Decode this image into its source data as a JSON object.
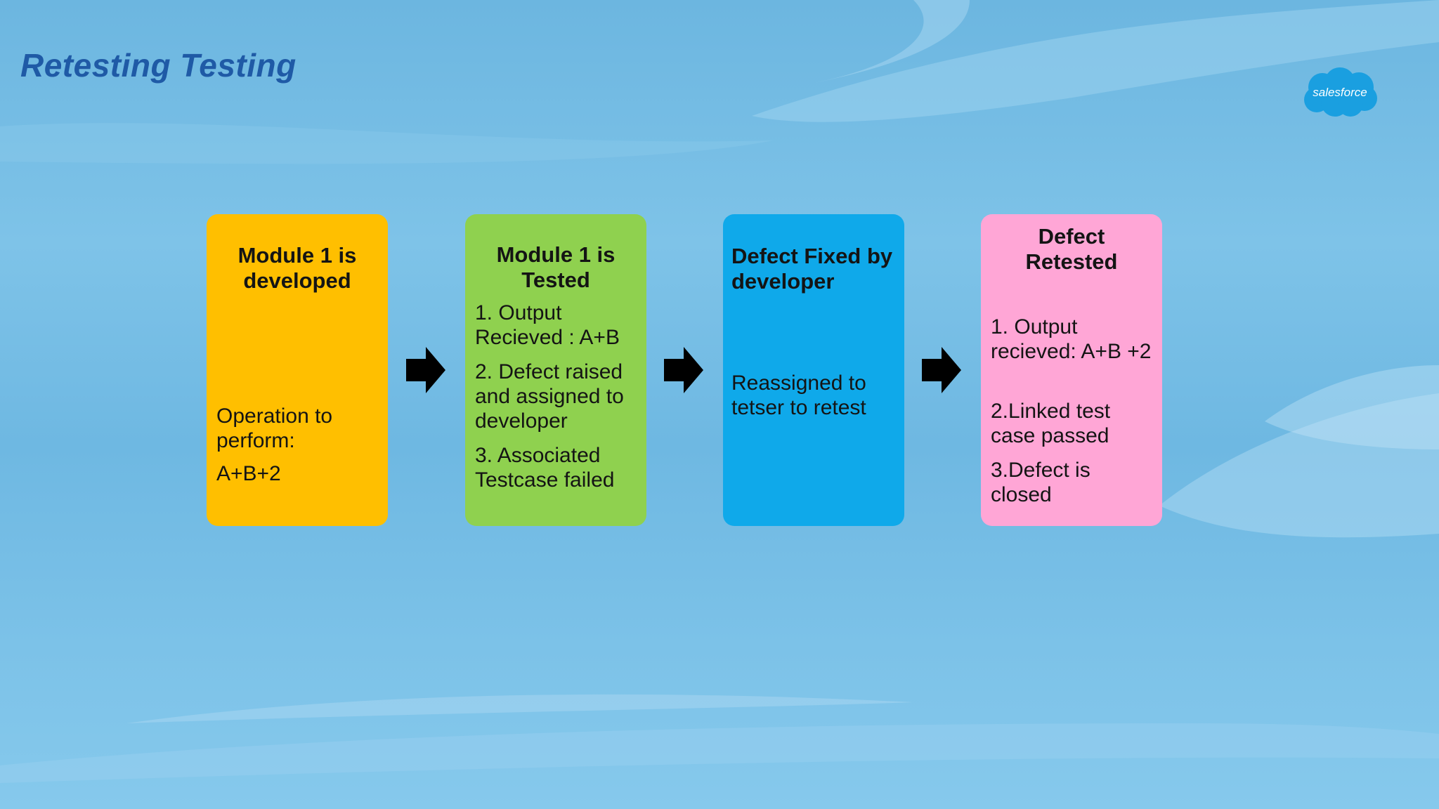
{
  "slide": {
    "title": "Retesting Testing",
    "logo_text": "salesforce"
  },
  "diagram": {
    "boxes": [
      {
        "heading": "Module 1  is developed",
        "lines": [
          "Operation to perform:",
          "A+B+2"
        ]
      },
      {
        "heading": "Module 1 is Tested",
        "lines": [
          "1. Output Recieved  : A+B",
          "2. Defect raised and assigned to developer",
          "3. Associated Testcase failed"
        ]
      },
      {
        "heading": "Defect Fixed by developer",
        "lines": [
          "Reassigned to tetser to retest"
        ]
      },
      {
        "heading": "Defect Retested",
        "lines": [
          "1. Output recieved:  A+B +2",
          "2.Linked test case passed",
          "3.Defect is closed"
        ]
      }
    ]
  },
  "colors": {
    "title": "#1f5aa6",
    "box_1": "#ffbf00",
    "box_2": "#8fd14f",
    "box_3": "#0fa9ea",
    "box_4": "#ffa6d6",
    "arrow": "#000000",
    "logo": "#1a9fe0"
  },
  "icons": {
    "arrow": "right-arrow-icon",
    "logo": "salesforce-cloud-logo"
  }
}
